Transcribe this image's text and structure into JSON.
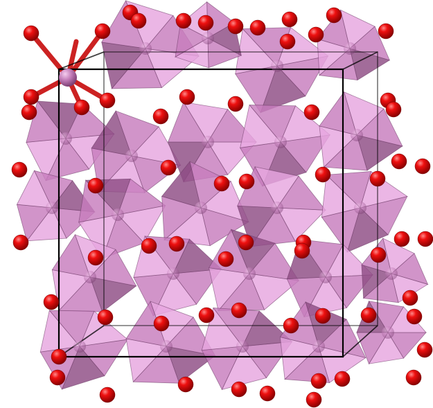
{
  "scene": {
    "kind": "crystal-structure-polyhedral-view",
    "polyhedron": "octahedron",
    "colors": {
      "background": "#ffffff",
      "polyhedron_light": "#e7a6df",
      "polyhedron_mid": "#c77cbd",
      "polyhedron_dark": "#8d4c84",
      "polyhedron_edge": "#6e3c68",
      "cation": "#b06aa6",
      "oxygen": "#e00000",
      "oxygen_highlight": "#ff6b6b",
      "bond": "#cc2222",
      "unit_cell": "#000000"
    },
    "atom_legend": {
      "cation_icon": "pink-sphere",
      "oxygen_icon": "red-sphere"
    }
  }
}
